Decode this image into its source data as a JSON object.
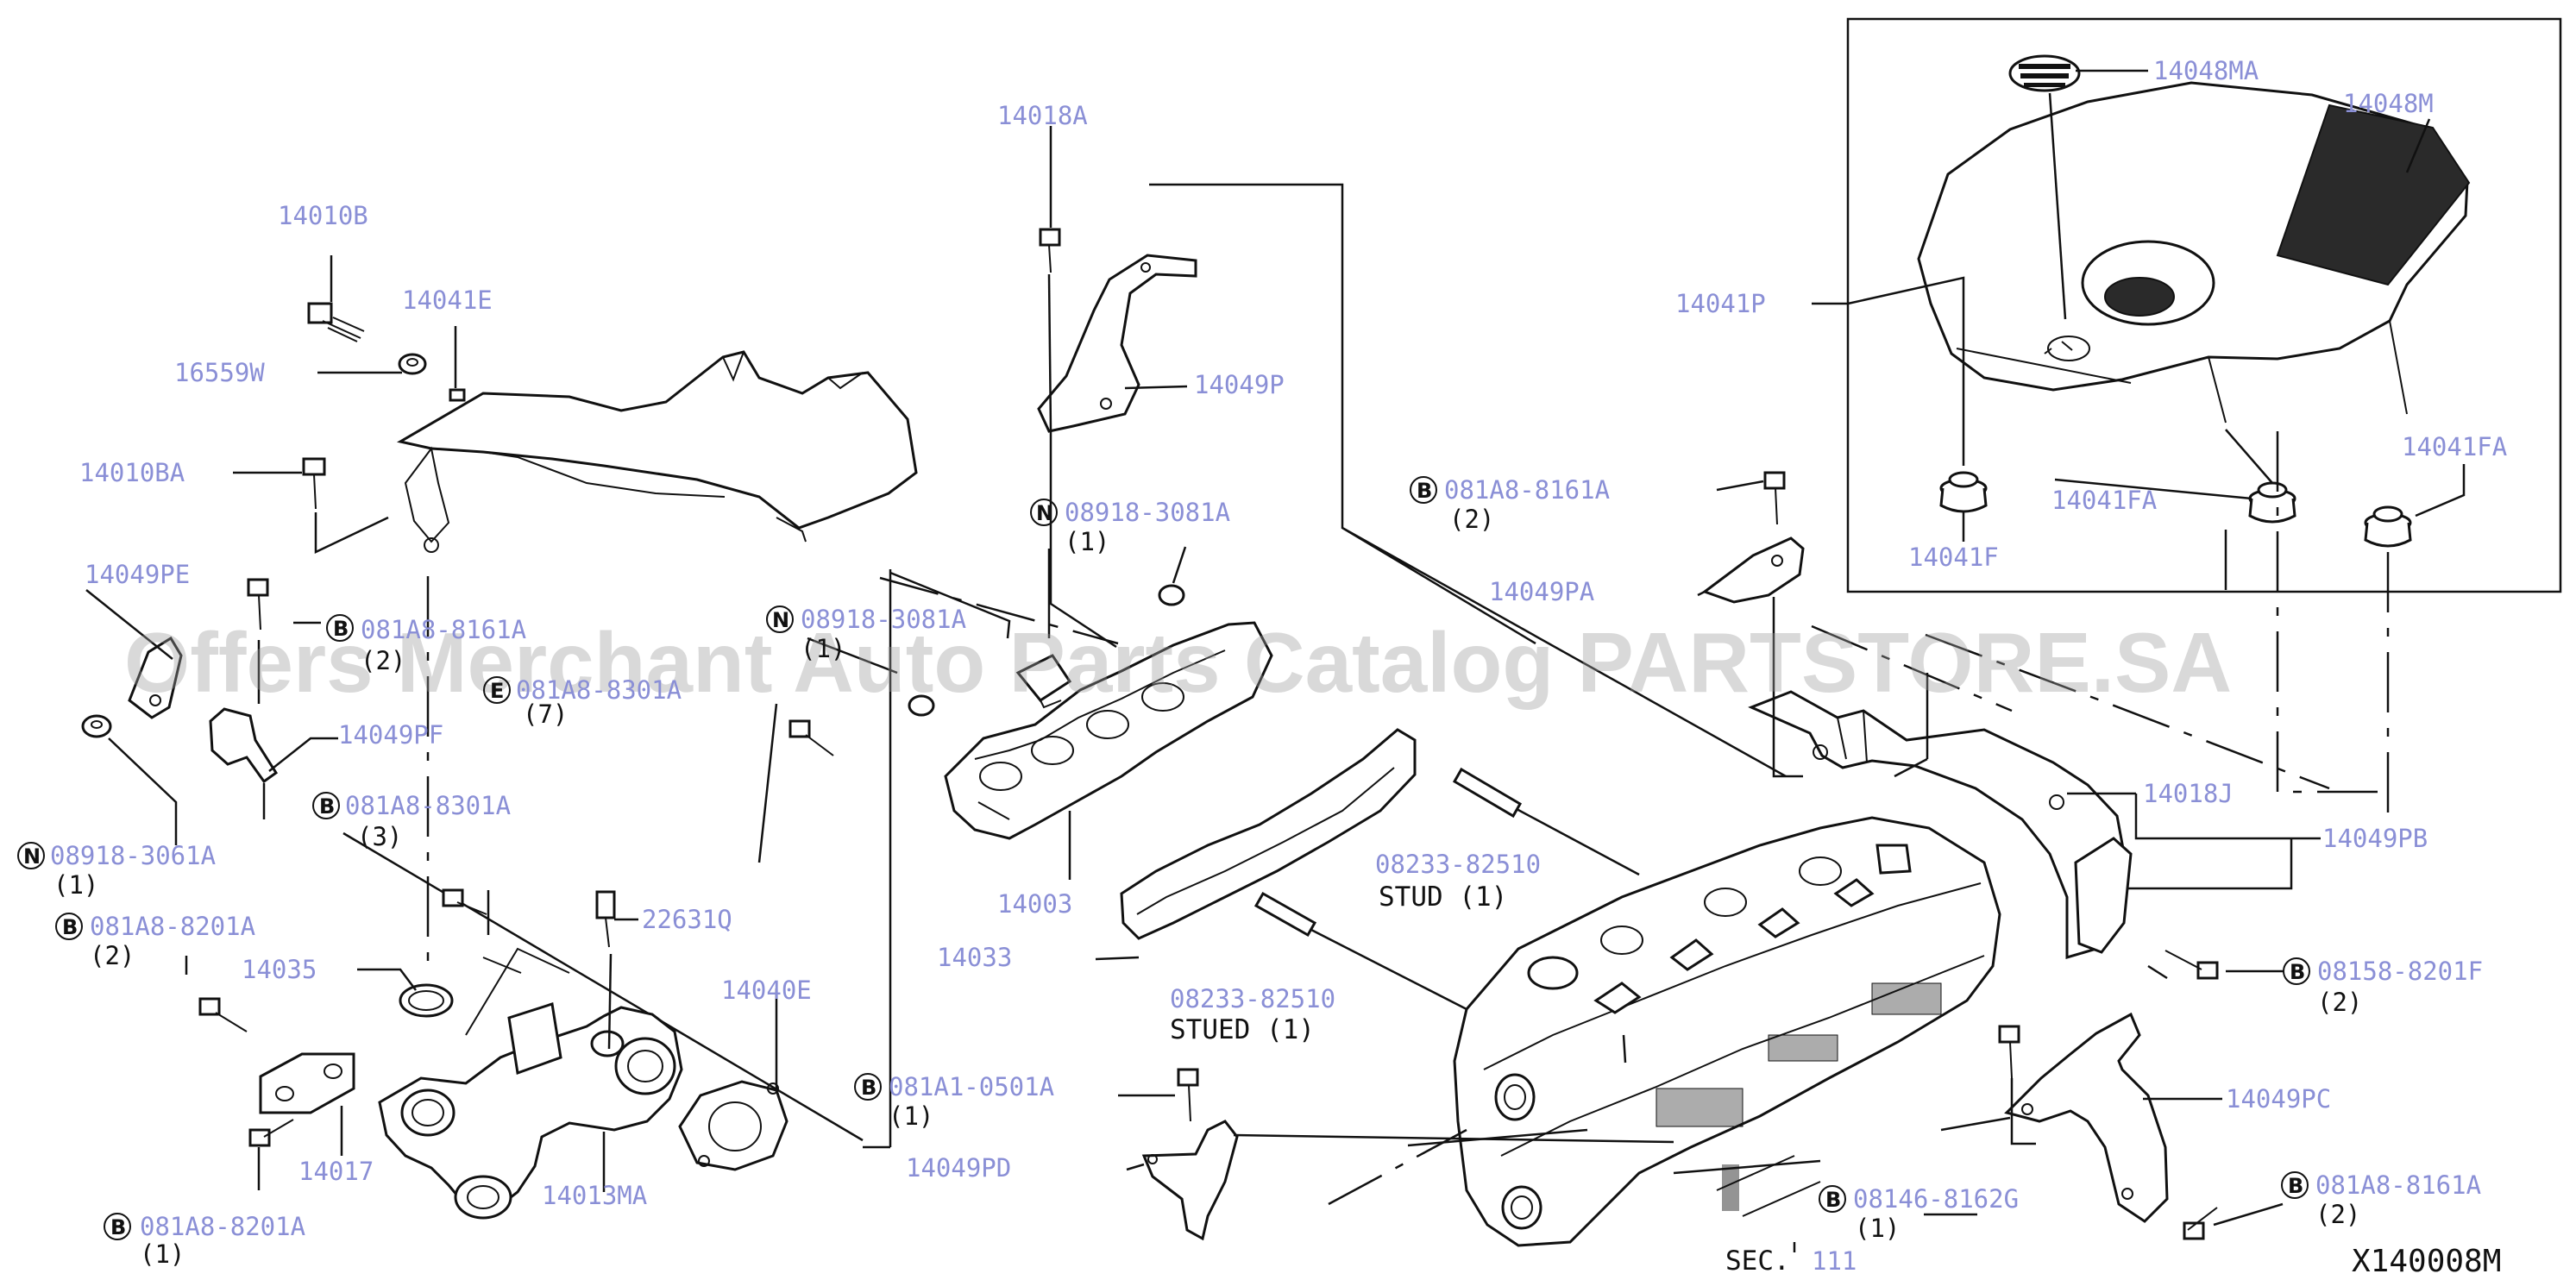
{
  "diagram": {
    "drawing_code": "X140008M",
    "watermark": "Offers Merchant Auto Parts Catalog PARTSTORE.SA",
    "callouts": [
      {
        "id": "14010B",
        "text": "14010B"
      },
      {
        "id": "14041E",
        "text": "14041E"
      },
      {
        "id": "16559W",
        "text": "16559W"
      },
      {
        "id": "14010BA",
        "text": "14010BA"
      },
      {
        "id": "14049PE",
        "text": "14049PE"
      },
      {
        "id": "081A8-8161A_a",
        "text": "081A8-8161A"
      },
      {
        "id": "081A8-8301A_a",
        "text": "081A8-8301A"
      },
      {
        "id": "14049PF",
        "text": "14049PF"
      },
      {
        "id": "081A8-8301A_b",
        "text": "081A8-8301A"
      },
      {
        "id": "08918-3061A",
        "text": "08918-3061A"
      },
      {
        "id": "081A8-8201A_a",
        "text": "081A8-8201A"
      },
      {
        "id": "14035",
        "text": "14035"
      },
      {
        "id": "22631Q",
        "text": "22631Q"
      },
      {
        "id": "14040E",
        "text": "14040E"
      },
      {
        "id": "14017",
        "text": "14017"
      },
      {
        "id": "14013MA",
        "text": "14013MA"
      },
      {
        "id": "081A8-8201A_b",
        "text": "081A8-8201A"
      },
      {
        "id": "14018A",
        "text": "14018A"
      },
      {
        "id": "14049P",
        "text": "14049P"
      },
      {
        "id": "08918-3081A_a",
        "text": "08918-3081A"
      },
      {
        "id": "08918-3081A_b",
        "text": "08918-3081A"
      },
      {
        "id": "14003",
        "text": "14003"
      },
      {
        "id": "14033",
        "text": "14033"
      },
      {
        "id": "08233-82510_a",
        "text": "08233-82510"
      },
      {
        "id": "08233-82510_b",
        "text": "08233-82510"
      },
      {
        "id": "081A1-0501A",
        "text": "081A1-0501A"
      },
      {
        "id": "14049PD",
        "text": "14049PD"
      },
      {
        "id": "081A8-8161A_b",
        "text": "081A8-8161A"
      },
      {
        "id": "14049PA",
        "text": "14049PA"
      },
      {
        "id": "14048MA",
        "text": "14048MA"
      },
      {
        "id": "14048M",
        "text": "14048M"
      },
      {
        "id": "14041P",
        "text": "14041P"
      },
      {
        "id": "14041FA_a",
        "text": "14041FA"
      },
      {
        "id": "14041FA_b",
        "text": "14041FA"
      },
      {
        "id": "14041F",
        "text": "14041F"
      },
      {
        "id": "14018J",
        "text": "14018J"
      },
      {
        "id": "14049PB",
        "text": "14049PB"
      },
      {
        "id": "08158-8201F",
        "text": "08158-8201F"
      },
      {
        "id": "14049PC",
        "text": "14049PC"
      },
      {
        "id": "08146-8162G",
        "text": "08146-8162G"
      },
      {
        "id": "081A8-8161A_c",
        "text": "081A8-8161A"
      }
    ],
    "quantities": [
      {
        "id": "q_8161A_a",
        "text": "(2)"
      },
      {
        "id": "q_8301A_a",
        "text": "(7)"
      },
      {
        "id": "q_8301A_b",
        "text": "(3)"
      },
      {
        "id": "q_3061A",
        "text": "(1)"
      },
      {
        "id": "q_8201A_a",
        "text": "(2)"
      },
      {
        "id": "q_8201A_b",
        "text": "(1)"
      },
      {
        "id": "q_3081A_a",
        "text": "(1)"
      },
      {
        "id": "q_3081A_b",
        "text": "(1)"
      },
      {
        "id": "q_0501A",
        "text": "(1)"
      },
      {
        "id": "q_8161A_b",
        "text": "(2)"
      },
      {
        "id": "q_8201F",
        "text": "(2)"
      },
      {
        "id": "q_8162G",
        "text": "(1)"
      },
      {
        "id": "q_8161A_c",
        "text": "(2)"
      }
    ],
    "notes": {
      "stud": "STUD (1)",
      "stued": "STUED (1)",
      "sec_prefix": "SEC.",
      "sec_number": "111"
    },
    "badges": {
      "bolt": "B",
      "nut": "N",
      "e_bolt": "E"
    },
    "colors": {
      "callout": "#8a8fd6",
      "ink": "#111111",
      "watermark": "#9a9a9a"
    }
  }
}
